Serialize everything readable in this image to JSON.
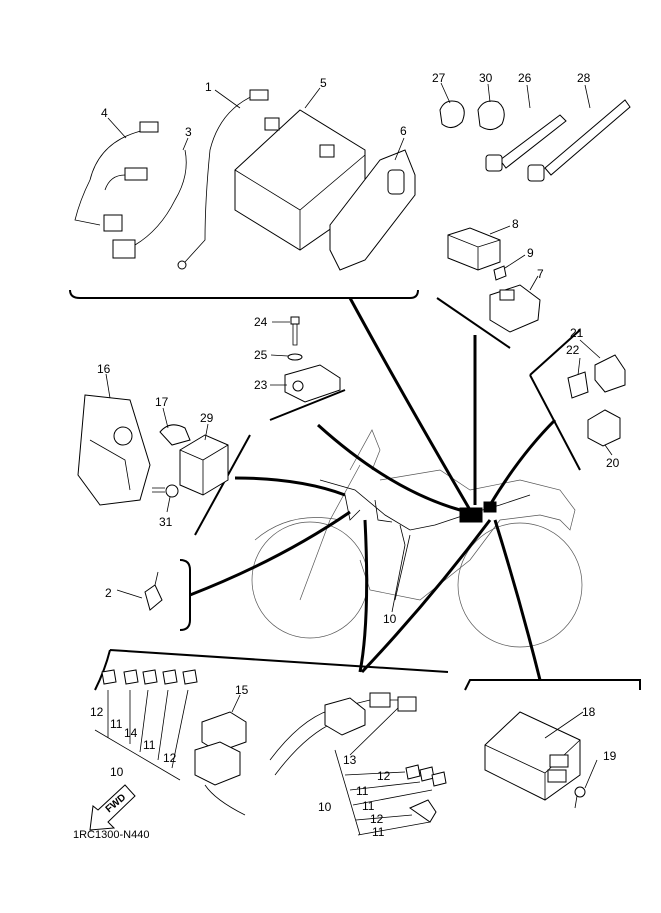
{
  "diagram_code": "1RC1300-N440",
  "fwd_label": "FWD",
  "callouts": {
    "c1": "1",
    "c2": "2",
    "c3": "3",
    "c4": "4",
    "c5": "5",
    "c6": "6",
    "c7": "7",
    "c8": "8",
    "c9": "9",
    "c10a": "10",
    "c10b": "10",
    "c10c": "10",
    "c11a": "11",
    "c11b": "11",
    "c11c": "11",
    "c11d": "11",
    "c11e": "11",
    "c12a": "12",
    "c12b": "12",
    "c12c": "12",
    "c12d": "12",
    "c13": "13",
    "c14": "14",
    "c15": "15",
    "c16": "16",
    "c17": "17",
    "c18": "18",
    "c19": "19",
    "c20": "20",
    "c21": "21",
    "c22": "22",
    "c23": "23",
    "c24": "24",
    "c25": "25",
    "c26": "26",
    "c27": "27",
    "c28": "28",
    "c29": "29",
    "c30": "30",
    "c31": "31"
  }
}
